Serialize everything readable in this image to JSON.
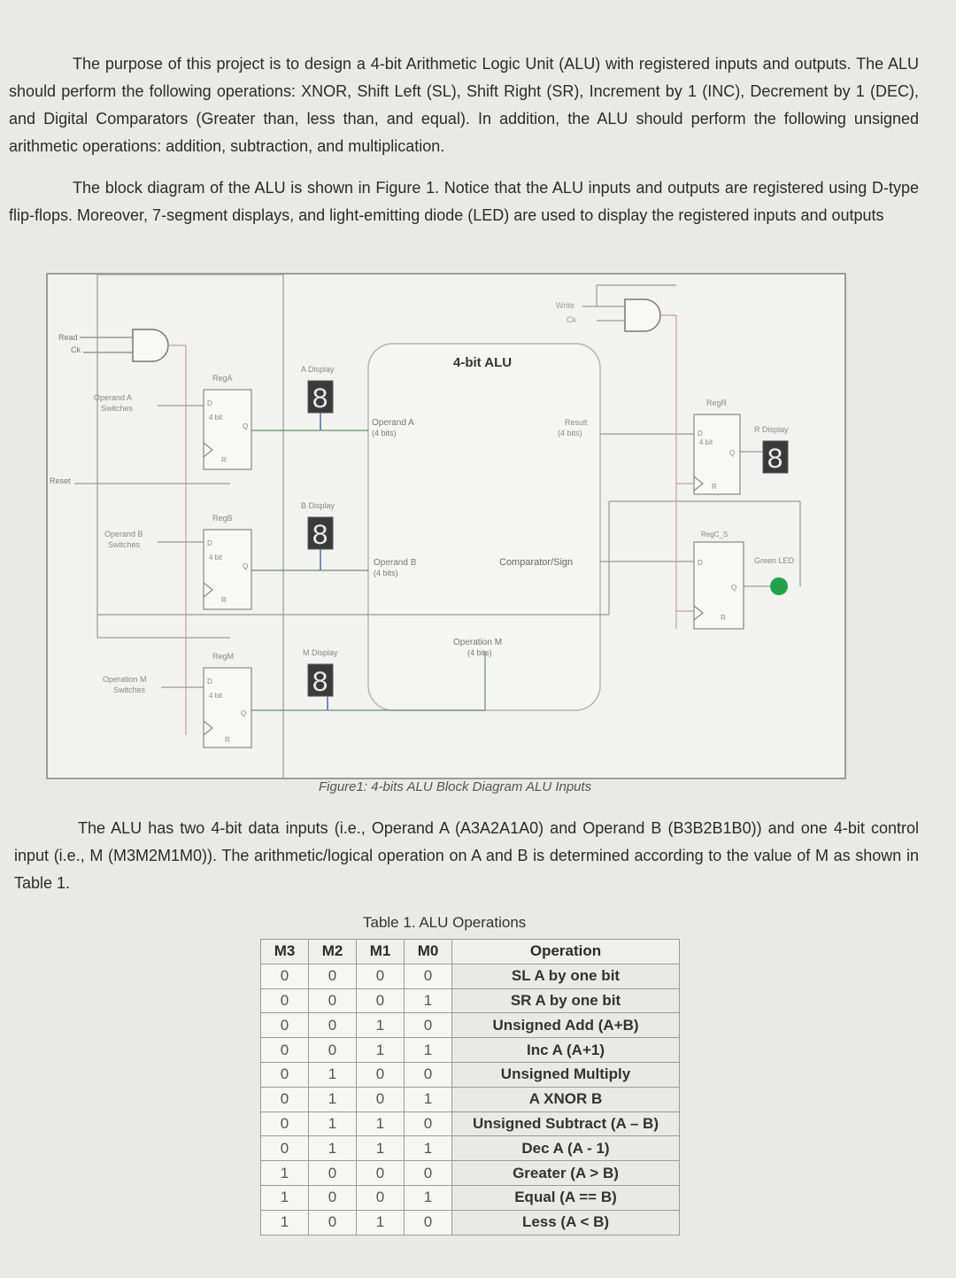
{
  "document": {
    "paragraph1": "The purpose of this project is to design a 4-bit Arithmetic Logic Unit (ALU) with registered inputs and outputs. The ALU should perform the following operations: XNOR, Shift Left (SL), Shift Right (SR), Increment by 1 (INC), Decrement by 1 (DEC), and Digital Comparators (Greater than, less than, and equal). In addition, the ALU should perform the following unsigned arithmetic operations: addition, subtraction, and multiplication.",
    "paragraph2": "The block diagram of the ALU is shown in Figure 1. Notice that the ALU inputs and outputs are registered using D-type flip-flops. Moreover, 7-segment displays, and light-emitting diode (LED) are used to display the registered inputs and outputs",
    "paragraph3": "The ALU has two 4-bit data inputs (i.e., Operand A (A3A2A1A0) and Operand B (B3B2B1B0)) and one 4-bit control input (i.e., M (M3M2M1M0)). The arithmetic/logical operation on A and B is determined according to the value of M as shown in Table 1.",
    "figure_caption": "Figure1: 4-bits ALU Block Diagram ALU Inputs",
    "table_title": "Table 1. ALU Operations"
  },
  "diagram": {
    "read_label": "Read",
    "read_ck": "Ck",
    "reset_label": "Reset",
    "write_label": "Write",
    "write_ck": "Ck",
    "alu_title": "4-bit ALU",
    "operand_a_switches": "Operand A",
    "operand_a_switches_2": "Switches",
    "operand_b_switches": "Operand B",
    "operand_b_switches_2": "Switches",
    "operation_m_switches": "Operation M",
    "operation_m_switches_2": "Switches",
    "reg_a": "RegA",
    "reg_b": "RegB",
    "reg_m": "RegM",
    "reg_r": "RegR",
    "reg_c": "RegC_S",
    "four_bit": "4 bit",
    "pin_d": "D",
    "pin_q": "Q",
    "pin_r": "R",
    "a_display": "A Display",
    "b_display": "B Display",
    "m_display": "M Display",
    "r_display": "R Display",
    "operand_a_in": "Operand A",
    "operand_a_bits": "(4 bits)",
    "operand_b_in": "Operand B",
    "operand_b_bits": "(4 bits)",
    "operation_m_in": "Operation M",
    "operation_m_bits": "(4 bits)",
    "result_out": "Result",
    "result_bits": "(4 bits)",
    "comparator_out": "Comparator/Sign",
    "green_led": "Green LED",
    "seven_seg_glyph": "8",
    "led_color": "#1fa34a"
  },
  "table": {
    "headers": [
      "M3",
      "M2",
      "M1",
      "M0",
      "Operation"
    ],
    "rows": [
      [
        "0",
        "0",
        "0",
        "0",
        "SL A by one bit"
      ],
      [
        "0",
        "0",
        "0",
        "1",
        "SR A by one bit"
      ],
      [
        "0",
        "0",
        "1",
        "0",
        "Unsigned Add (A+B)"
      ],
      [
        "0",
        "0",
        "1",
        "1",
        "Inc A (A+1)"
      ],
      [
        "0",
        "1",
        "0",
        "0",
        "Unsigned Multiply"
      ],
      [
        "0",
        "1",
        "0",
        "1",
        "A XNOR B"
      ],
      [
        "0",
        "1",
        "1",
        "0",
        "Unsigned Subtract (A – B)"
      ],
      [
        "0",
        "1",
        "1",
        "1",
        "Dec A (A - 1)"
      ],
      [
        "1",
        "0",
        "0",
        "0",
        "Greater (A > B)"
      ],
      [
        "1",
        "0",
        "0",
        "1",
        "Equal (A == B)"
      ],
      [
        "1",
        "0",
        "1",
        "0",
        "Less (A < B)"
      ]
    ]
  }
}
